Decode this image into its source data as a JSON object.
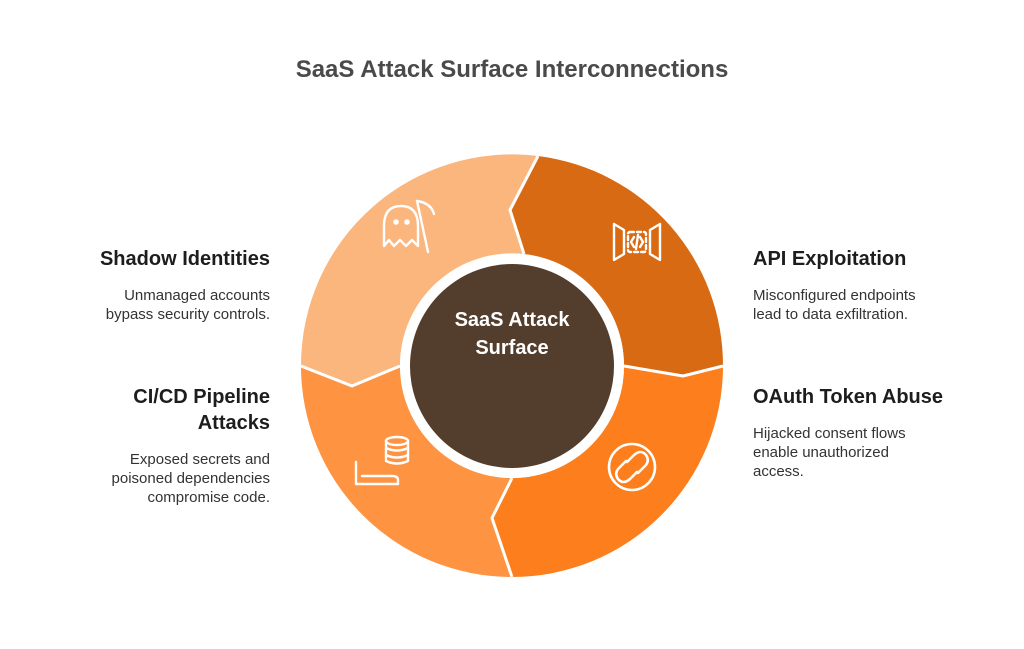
{
  "title": "SaaS Attack Surface Interconnections",
  "center": {
    "line1": "SaaS Attack",
    "line2": "Surface"
  },
  "segments": [
    {
      "id": "shadow",
      "title": "Shadow Identities",
      "desc_lines": [
        "Unmanaged accounts",
        "bypass security controls."
      ],
      "color": "#FBB67E",
      "icon": "ghost-scythe-icon"
    },
    {
      "id": "api",
      "title": "API Exploitation",
      "desc_lines": [
        "Misconfigured endpoints",
        "lead to data exfiltration."
      ],
      "color": "#D86A14",
      "icon": "code-brackets-icon"
    },
    {
      "id": "oauth",
      "title": "OAuth Token Abuse",
      "desc_lines": [
        "Hijacked consent flows",
        "enable unauthorized",
        "access."
      ],
      "color": "#FD7E1C",
      "icon": "link-chain-icon"
    },
    {
      "id": "cicd",
      "title_lines": [
        "CI/CD Pipeline",
        "Attacks"
      ],
      "desc_lines": [
        "Exposed secrets and",
        "poisoned dependencies",
        "compromise code."
      ],
      "color": "#FE9342",
      "icon": "pipeline-database-icon"
    }
  ],
  "colors": {
    "center": "#533D2C",
    "title": "#4a4a4a",
    "ring_gap": "#ffffff"
  }
}
